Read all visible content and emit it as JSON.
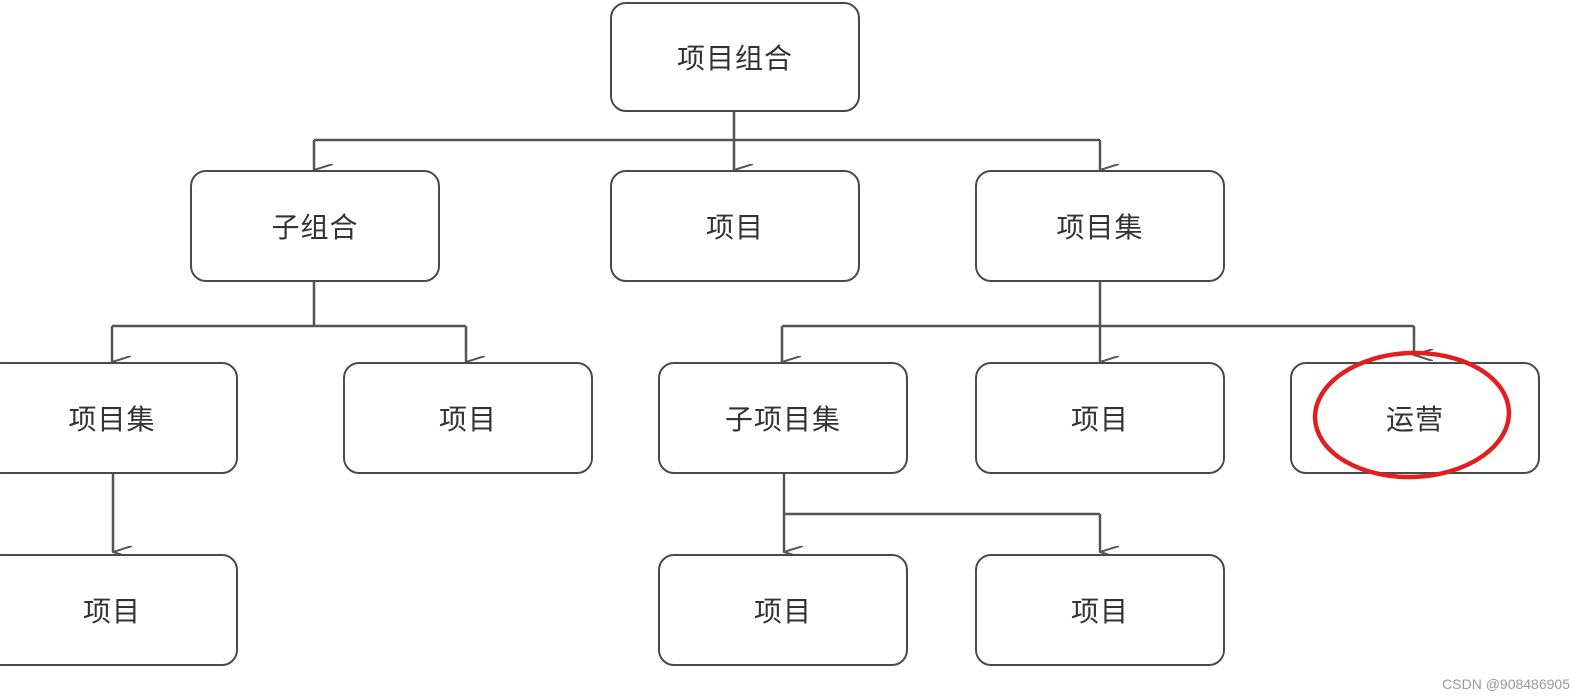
{
  "diagram": {
    "nodes": {
      "root": "项目组合",
      "sub_portfolio": "子组合",
      "project_l2": "项目",
      "program_l2": "项目集",
      "program_l3_left": "项目集",
      "project_l3_left": "项目",
      "sub_program": "子项目集",
      "project_l3_mid": "项目",
      "operations": "运营",
      "project_l4_left": "项目",
      "project_l4_mid": "项目",
      "project_l4_right": "项目"
    },
    "edges": [
      [
        "root",
        "sub_portfolio"
      ],
      [
        "root",
        "project_l2"
      ],
      [
        "root",
        "program_l2"
      ],
      [
        "sub_portfolio",
        "program_l3_left"
      ],
      [
        "sub_portfolio",
        "project_l3_left"
      ],
      [
        "program_l2",
        "sub_program"
      ],
      [
        "program_l2",
        "project_l3_mid"
      ],
      [
        "program_l2",
        "operations"
      ],
      [
        "program_l3_left",
        "project_l4_left"
      ],
      [
        "sub_program",
        "project_l4_mid"
      ],
      [
        "sub_program",
        "project_l4_right"
      ]
    ],
    "highlight": {
      "node": "operations",
      "shape": "ellipse",
      "color": "#e02020"
    },
    "line_color": "#555555"
  },
  "watermark": "CSDN @908486905"
}
